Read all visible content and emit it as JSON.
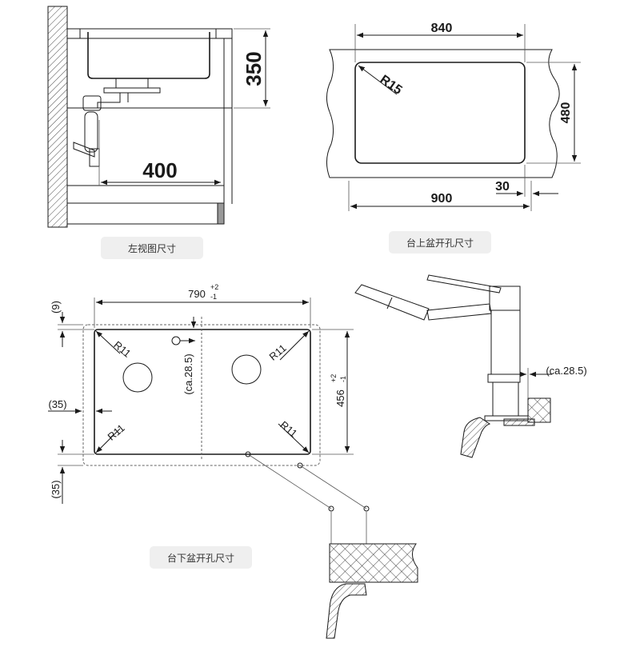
{
  "side_view": {
    "caption": "左视图尺寸",
    "depth": "350",
    "distance": "400"
  },
  "top_mount": {
    "caption": "台上盆开孔尺寸",
    "width_outer": "840",
    "radius": "R15",
    "height": "480",
    "offset": "30",
    "width_total": "900"
  },
  "undermount": {
    "caption": "台下盆开孔尺寸",
    "width_base": "790",
    "width_tol_upper": "+2",
    "width_tol_lower": "-1",
    "height_base": "456",
    "height_tol_upper": "+2",
    "height_tol_lower": "-1",
    "margin_top": "(9)",
    "margin_left": "(35)",
    "margin_bottom": "(35)",
    "tap_offset": "(ca.28.5)",
    "radius_tl": "R11",
    "radius_tr": "R11",
    "radius_bl": "R11",
    "radius_br": "R11"
  },
  "tap": {
    "offset": "(ca.28.5)"
  }
}
